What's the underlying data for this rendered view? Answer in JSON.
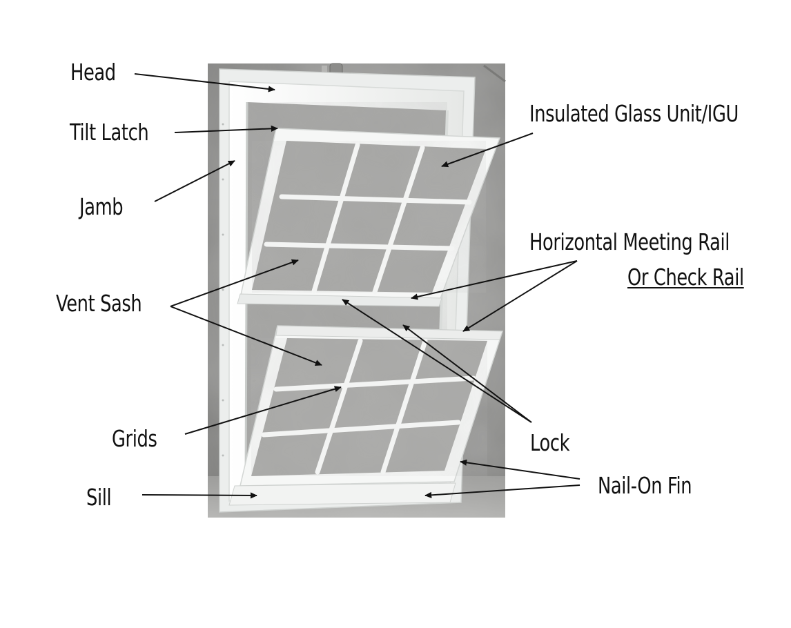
{
  "labels": {
    "head": "Head",
    "tilt_latch": "Tilt Latch",
    "jamb": "Jamb",
    "vent_sash": "Vent Sash",
    "grids": "Grids",
    "sill": "Sill",
    "insulated_glass_unit": "Insulated Glass Unit/IGU",
    "horizontal_meeting_rail": "Horizontal Meeting Rail",
    "check_rail": "Or Check Rail",
    "lock": "Lock",
    "nail_on_fin": "Nail-On Fin"
  },
  "colors": {
    "text": "#111111",
    "arrow": "#111111",
    "frame": "#f4f5f4",
    "backdrop": "#9a9a98"
  }
}
